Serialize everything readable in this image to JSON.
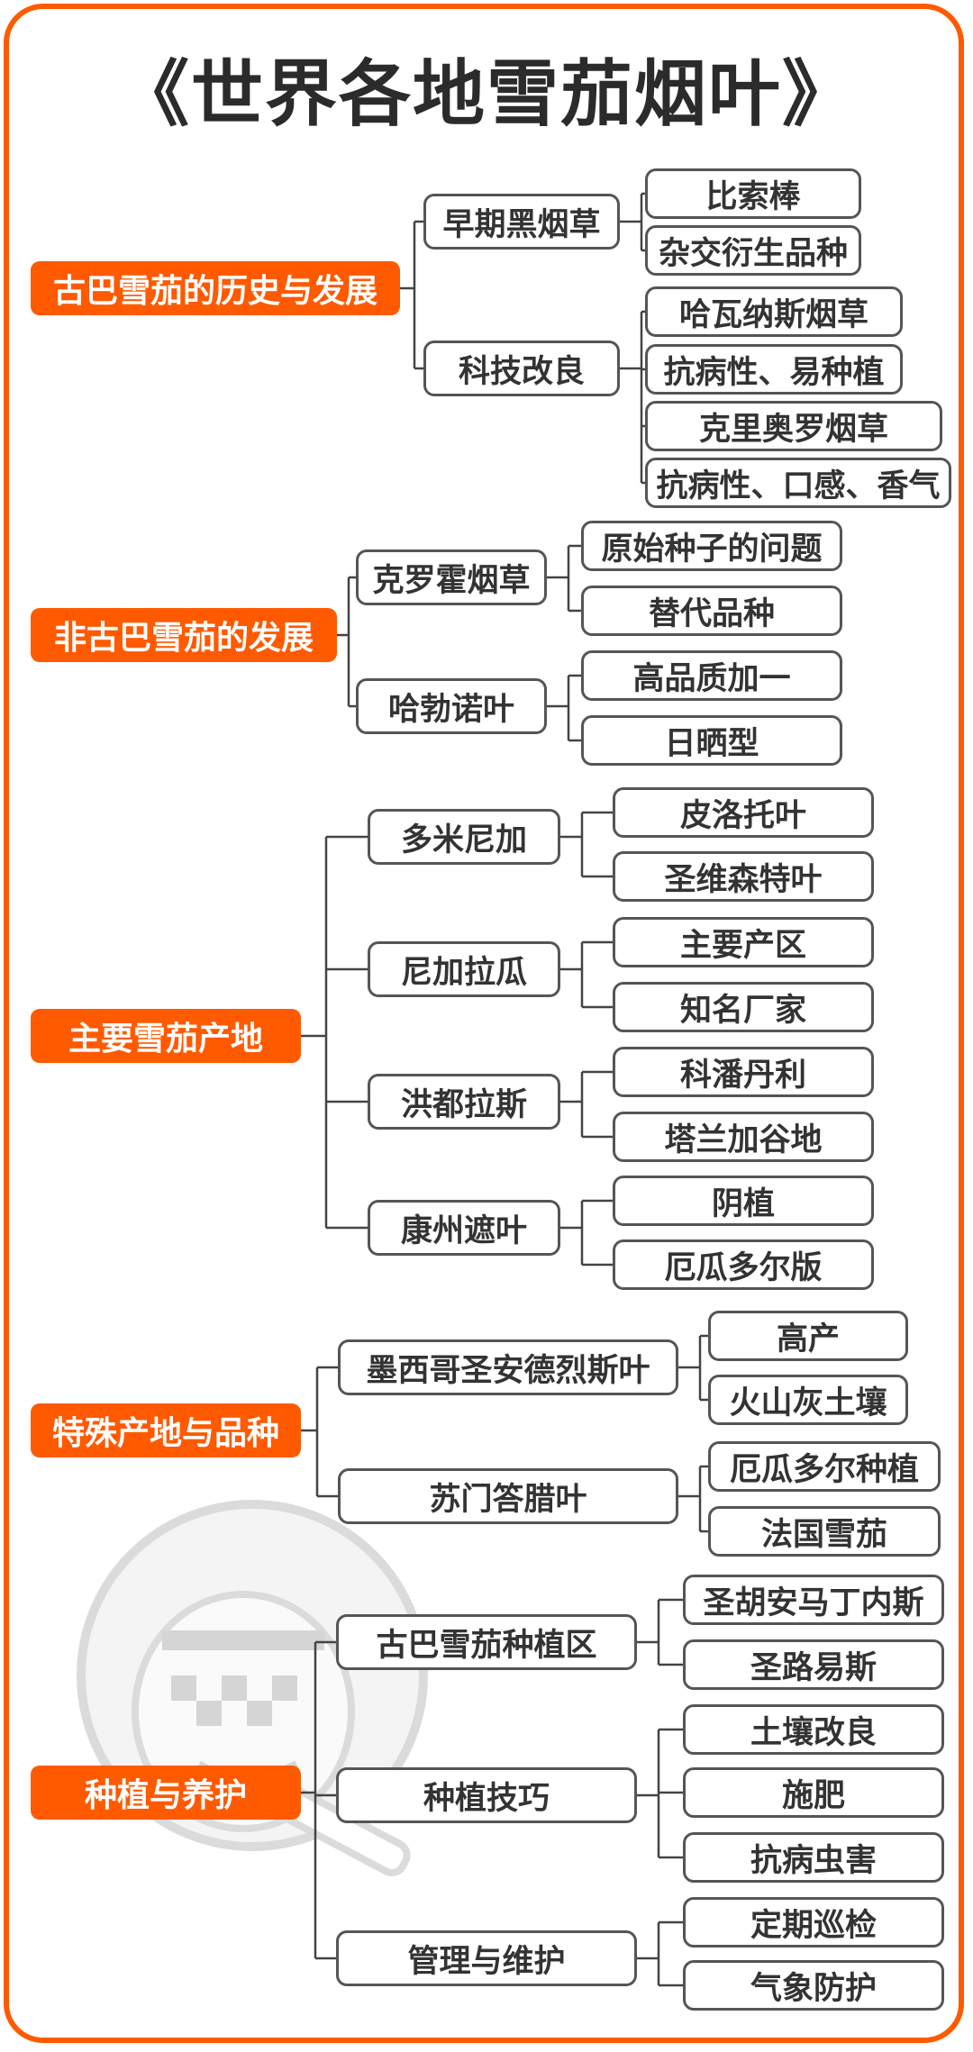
{
  "title": "《世界各地雪茄烟叶》",
  "colors": {
    "accent": "#ff5a00",
    "line": "#444444",
    "box_border": "#555555",
    "text": "#333333"
  },
  "watermark_icon": "smoking-cartoon-face-icon",
  "tree": [
    {
      "label": "古巴雪茄的历史与发展",
      "children": [
        {
          "label": "早期黑烟草",
          "children": [
            "比索棒",
            "杂交衍生品种"
          ]
        },
        {
          "label": "科技改良",
          "children": [
            "哈瓦纳斯烟草",
            "抗病性、易种植",
            "克里奥罗烟草",
            "抗病性、口感、香气"
          ]
        }
      ]
    },
    {
      "label": "非古巴雪茄的发展",
      "children": [
        {
          "label": "克罗霍烟草",
          "children": [
            "原始种子的问题",
            "替代品种"
          ]
        },
        {
          "label": "哈勃诺叶",
          "children": [
            "高品质加一",
            "日晒型"
          ]
        }
      ]
    },
    {
      "label": "主要雪茄产地",
      "children": [
        {
          "label": "多米尼加",
          "children": [
            "皮洛托叶",
            "圣维森特叶"
          ]
        },
        {
          "label": "尼加拉瓜",
          "children": [
            "主要产区",
            "知名厂家"
          ]
        },
        {
          "label": "洪都拉斯",
          "children": [
            "科潘丹利",
            "塔兰加谷地"
          ]
        },
        {
          "label": "康州遮叶",
          "children": [
            "阴植",
            "厄瓜多尔版"
          ]
        }
      ]
    },
    {
      "label": "特殊产地与品种",
      "children": [
        {
          "label": "墨西哥圣安德烈斯叶",
          "children": [
            "高产",
            "火山灰土壤"
          ]
        },
        {
          "label": "苏门答腊叶",
          "children": [
            "厄瓜多尔种植",
            "法国雪茄"
          ]
        }
      ]
    },
    {
      "label": "种植与养护",
      "children": [
        {
          "label": "古巴雪茄种植区",
          "children": [
            "圣胡安马丁内斯",
            "圣路易斯"
          ]
        },
        {
          "label": "种植技巧",
          "children": [
            "土壤改良",
            "施肥",
            "抗病虫害"
          ]
        },
        {
          "label": "管理与维护",
          "children": [
            "定期巡检",
            "气象防护"
          ]
        }
      ]
    }
  ]
}
